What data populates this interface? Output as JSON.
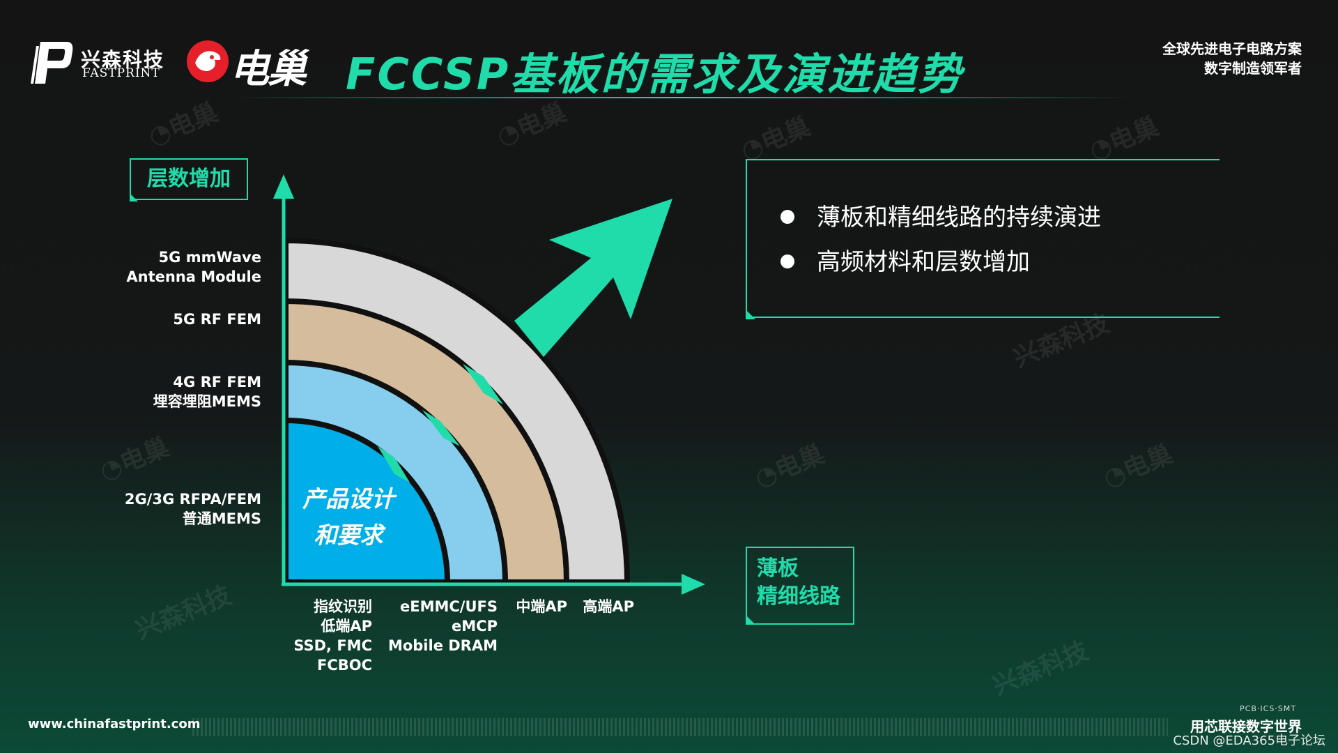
{
  "header": {
    "brand_cn": "兴森科技",
    "brand_en": "FASTPRINT",
    "partner_logo_text": "电巢",
    "title": "FCCSP基板的需求及演进趋势",
    "slogan_line1": "全球先进电子电路方案",
    "slogan_line2": "数字制造领军者"
  },
  "diagram": {
    "y_axis_label": "层数增加",
    "x_axis_label_line1": "薄板",
    "x_axis_label_line2": "精细线路",
    "center_label_line1": "产品设计",
    "center_label_line2": "和要求",
    "y_ticks": [
      {
        "line1": "5G mmWave",
        "line2": "Antenna Module"
      },
      {
        "line1": "5G RF FEM",
        "line2": ""
      },
      {
        "line1": "4G RF FEM",
        "line2": "埋容埋阻MEMS"
      },
      {
        "line1": "2G/3G RFPA/FEM",
        "line2": "普通MEMS"
      }
    ],
    "x_ticks": [
      {
        "lines": [
          "指纹识别",
          "低端AP",
          "SSD, FMC",
          "FCBOC"
        ]
      },
      {
        "lines": [
          "eEMMC/UFS",
          "eMCP",
          "Mobile DRAM"
        ]
      },
      {
        "lines": [
          "中端AP"
        ]
      },
      {
        "lines": [
          "高端AP"
        ]
      }
    ],
    "colors": {
      "inner": "#00aee8",
      "ring2": "#86cdee",
      "ring3": "#d4bc9c",
      "ring4": "#d8d8d8",
      "accent": "#1fdcaa"
    }
  },
  "info": {
    "bullets": [
      "薄板和精细线路的持续演进",
      "高频材料和层数增加"
    ]
  },
  "footer": {
    "url": "www.chinafastprint.com",
    "small_text": "PCB·ICS·SMT",
    "slogan": "用芯联接数字世界",
    "credit": "CSDN @EDA365电子论坛"
  }
}
